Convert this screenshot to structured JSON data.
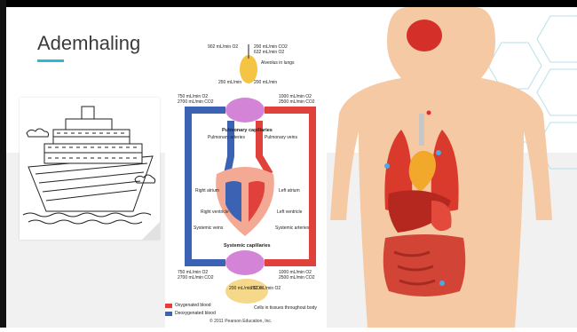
{
  "slide": {
    "title": "Ademhaling",
    "colors": {
      "accent": "#2fb7d6",
      "oxygenated": "#e0413a",
      "deoxygenated": "#3b62b3"
    }
  },
  "diagram": {
    "top_left_flow": "902 mL/min O2",
    "top_right_flow_1": "200 mL/min CO2",
    "top_right_flow_2": "632 mL/min O2",
    "alveolus_label": "Alveolus in lungs",
    "mid_left_flow": "250 mL/min",
    "mid_right_flow": "200 mL/min",
    "left_lung_in_1": "750 mL/min O2",
    "left_lung_in_2": "2700 mL/min CO2",
    "right_lung_out_1": "1000 mL/min O2",
    "right_lung_out_2": "2500 mL/min CO2",
    "pulmonary_capillaries": "Pulmonary capillaries",
    "pulmonary_arteries": "Pulmonary arteries",
    "pulmonary_veins": "Pulmonary veins",
    "right_atrium": "Right atrium",
    "right_ventricle": "Right ventricle",
    "left_atrium": "Left atrium",
    "left_ventricle": "Left ventricle",
    "systemic_veins": "Systemic veins",
    "systemic_arteries": "Systemic arteries",
    "systemic_capillaries": "Systemic capillaries",
    "bottom_left_flow_1": "750 mL/min O2",
    "bottom_left_flow_2": "2700 mL/min CO2",
    "bottom_right_flow_1": "1000 mL/min O2",
    "bottom_right_flow_2": "2500 mL/min CO2",
    "tissue_left": "200 mL/min CO2",
    "tissue_right": "250 mL/min O2",
    "cells_label": "Cells in tissues throughout body",
    "legend_oxygenated": "Oxygenated blood",
    "legend_deoxygenated": "Deoxygenated blood",
    "copyright": "© 2011 Pearson Education, Inc."
  },
  "icons": {
    "ship": "cruise-ship-sketch",
    "anatomy": "human-anatomy-organs"
  }
}
